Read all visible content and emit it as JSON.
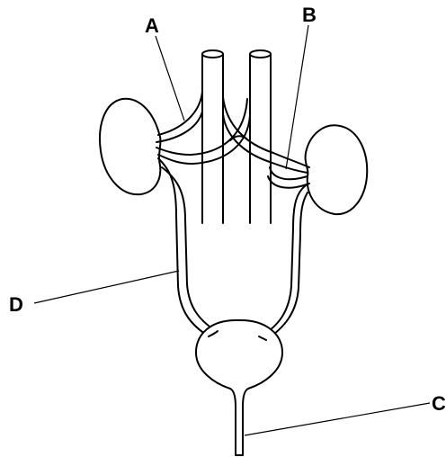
{
  "diagram": {
    "title": "",
    "labels": {
      "a": "A",
      "b": "B",
      "c": "C",
      "d": "D"
    },
    "colors": {
      "line": "#000000",
      "background": "#ffffff"
    }
  }
}
